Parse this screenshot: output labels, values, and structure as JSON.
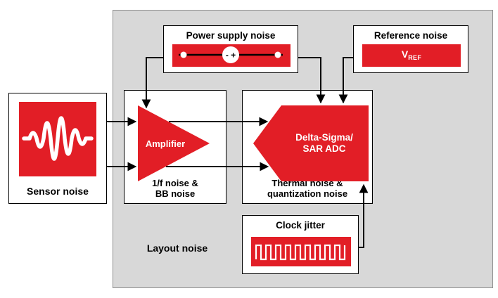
{
  "diagram": {
    "sensor": {
      "label": "Sensor noise",
      "icon": "waveform-burst-icon"
    },
    "power": {
      "title": "Power supply noise",
      "terminals": "- +",
      "icon": "battery-source-icon"
    },
    "reference": {
      "title": "Reference noise",
      "vref_main": "V",
      "vref_sub": "REF"
    },
    "amplifier": {
      "label": "Amplifier",
      "noise_line1": "1/f noise &",
      "noise_line2": "BB noise"
    },
    "adc": {
      "label_line1": "Delta-Sigma/",
      "label_line2": "SAR ADC",
      "noise_line1": "Thermal noise &",
      "noise_line2": "quantization noise"
    },
    "clock": {
      "title": "Clock jitter",
      "icon": "square-wave-icon"
    },
    "layout": {
      "label": "Layout noise"
    }
  },
  "colors": {
    "accent_red": "#e21e26",
    "panel_gray": "#d8d8d8",
    "line_black": "#000000",
    "box_white": "#ffffff"
  }
}
